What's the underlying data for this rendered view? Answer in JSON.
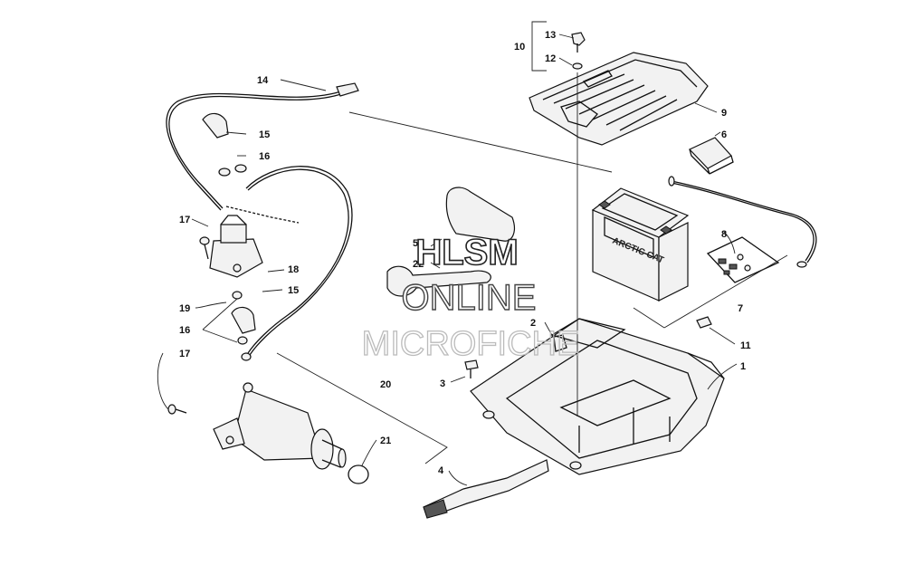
{
  "callouts": [
    {
      "id": "c1",
      "text": "1"
    },
    {
      "id": "c2",
      "text": "2"
    },
    {
      "id": "c3",
      "text": "3"
    },
    {
      "id": "c4",
      "text": "4"
    },
    {
      "id": "c5",
      "text": "5"
    },
    {
      "id": "c6",
      "text": "6"
    },
    {
      "id": "c7",
      "text": "7"
    },
    {
      "id": "c8",
      "text": "8"
    },
    {
      "id": "c9",
      "text": "9"
    },
    {
      "id": "c10",
      "text": "10"
    },
    {
      "id": "c11",
      "text": "11"
    },
    {
      "id": "c12",
      "text": "12"
    },
    {
      "id": "c13",
      "text": "13"
    },
    {
      "id": "c14",
      "text": "14"
    },
    {
      "id": "c15a",
      "text": "15"
    },
    {
      "id": "c15b",
      "text": "15"
    },
    {
      "id": "c16a",
      "text": "16"
    },
    {
      "id": "c16b",
      "text": "16"
    },
    {
      "id": "c17a",
      "text": "17"
    },
    {
      "id": "c17b",
      "text": "17"
    },
    {
      "id": "c18",
      "text": "18"
    },
    {
      "id": "c19",
      "text": "19"
    },
    {
      "id": "c20",
      "text": "20"
    },
    {
      "id": "c21",
      "text": "21"
    },
    {
      "id": "c22",
      "text": "22"
    }
  ],
  "watermark": {
    "line1": "HLSM",
    "line2": "ONLINE",
    "line3": "MICROFICHE"
  },
  "battery_brand": "ARCTIC CAT"
}
